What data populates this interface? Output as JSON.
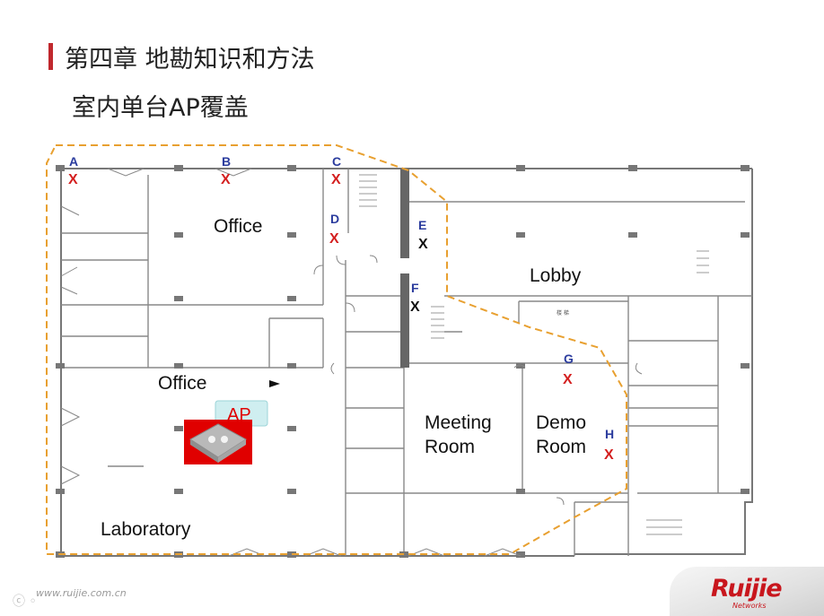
{
  "header": {
    "title": "第四章 地勘知识和方法",
    "subtitle": "室内单台AP覆盖"
  },
  "rooms": {
    "office_top": "Office",
    "office_left": "Office",
    "lobby": "Lobby",
    "meeting_1": "Meeting",
    "meeting_2": "Room",
    "demo_1": "Demo",
    "demo_2": "Room",
    "laboratory": "Laboratory"
  },
  "ap": {
    "label": "AP"
  },
  "test_points": [
    {
      "letter": "A",
      "mark": "X",
      "color": "red"
    },
    {
      "letter": "B",
      "mark": "X",
      "color": "red"
    },
    {
      "letter": "C",
      "mark": "X",
      "color": "red"
    },
    {
      "letter": "D",
      "mark": "X",
      "color": "red"
    },
    {
      "letter": "E",
      "mark": "X",
      "color": "black"
    },
    {
      "letter": "F",
      "mark": "X",
      "color": "black"
    },
    {
      "letter": "G",
      "mark": "X",
      "color": "red"
    },
    {
      "letter": "H",
      "mark": "X",
      "color": "red"
    }
  ],
  "floorplan_small_text": {
    "stair_label": "楼 梯"
  },
  "footer": {
    "url": "www.ruijie.com.cn"
  },
  "logo": {
    "brand": "Ruijie",
    "tagline": "Networks"
  },
  "colors": {
    "coverage_outline": "#e8a030",
    "ap_red": "#e00000",
    "ap_box": "#cfeef0",
    "wall": "#777777",
    "point_letter": "#2b3c9e",
    "point_x_red": "#d42020",
    "brand_red": "#c8161d"
  }
}
